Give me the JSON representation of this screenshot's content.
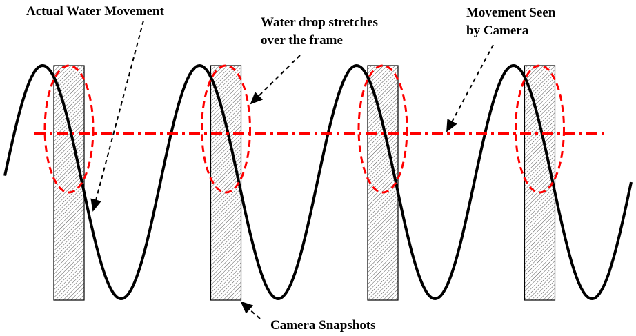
{
  "labels": {
    "actual": "Actual Water Movement",
    "stretch_line1": "Water drop stretches",
    "stretch_line2": "over the frame",
    "seen_line1": "Movement Seen",
    "seen_line2": "by Camera",
    "snapshots": "Camera Snapshots"
  },
  "colors": {
    "wave": "#000000",
    "seen": "#ff0000",
    "hatch": "#555555"
  },
  "snapshot_count": 4,
  "wave_cycles": 4
}
